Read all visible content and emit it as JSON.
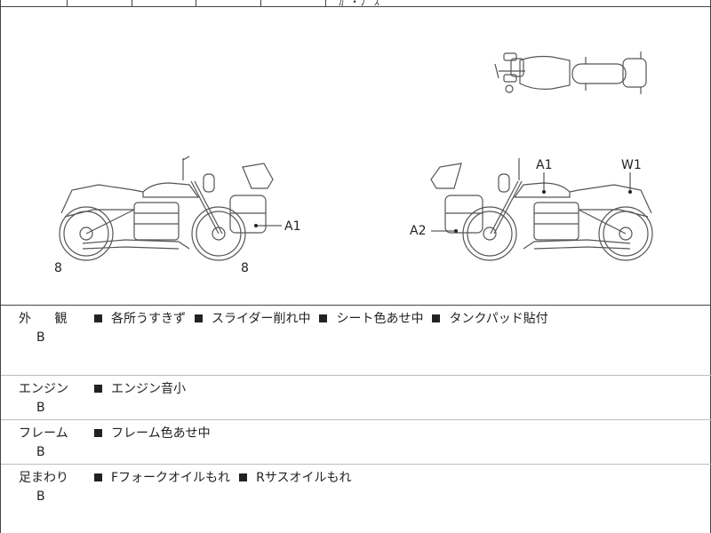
{
  "top_fragment": "ｶﾞ・ﾌﾞ ｽ",
  "diagram": {
    "left_bike": {
      "rear_mark": "8",
      "front_mark": "8",
      "case_mark": "A1"
    },
    "right_bike": {
      "case_mark": "A2",
      "tank_mark": "A1",
      "cowl_mark": "W1"
    }
  },
  "inspection": [
    {
      "label": "外 観",
      "grade": "B",
      "items": [
        "各所うすきず",
        "スライダー削れ中",
        "シート色あせ中",
        "タンクパッド貼付"
      ]
    },
    {
      "label": "エンジン",
      "grade": "B",
      "items": [
        "エンジン音小"
      ]
    },
    {
      "label": "フレーム",
      "grade": "B",
      "items": [
        "フレーム色あせ中"
      ]
    },
    {
      "label": "足まわり",
      "grade": "B",
      "items": [
        "Fフォークオイルもれ",
        "Rサスオイルもれ"
      ]
    }
  ]
}
